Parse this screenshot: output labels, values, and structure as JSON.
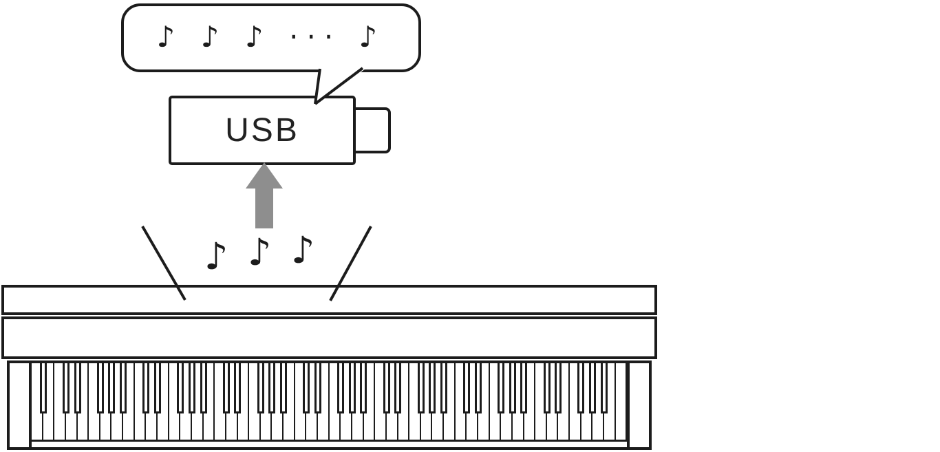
{
  "bubble": {
    "notes_text": "♪ ♪ ♪ ··· ♪"
  },
  "usb": {
    "label": "USB"
  },
  "floating_notes": [
    "♪",
    "♪",
    "♪"
  ],
  "keyboard": {
    "white_keys": 52,
    "start_letter": "A",
    "black_after": [
      "A",
      "C",
      "D",
      "F",
      "G"
    ]
  },
  "colors": {
    "line": "#1c1c1c",
    "arrow": "#8e8e8e",
    "fill": "#ffffff"
  }
}
